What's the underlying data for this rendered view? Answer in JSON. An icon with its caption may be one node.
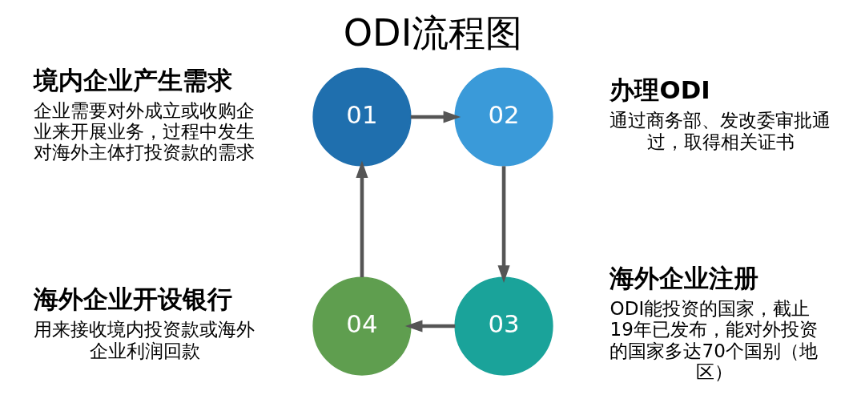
{
  "diagram": {
    "title": "ODI流程图",
    "nodes": [
      {
        "text": [
          "01"
        ],
        "beside": [
          "境内企业产生需求",
          "企业需要对外成立或收购企业来开展业务，过程中发生对海外主体打投资款的需求"
        ]
      },
      {
        "text": [
          "02"
        ],
        "beside": [
          "办理ODI",
          "通过商务部、发改委审批通过，取得相关证书"
        ]
      },
      {
        "text": [
          "03"
        ],
        "beside": [
          "海外企业注册",
          "ODI能投资的国家，截止19年已发布，能对外投资的国家多达70个国别（地区）"
        ]
      },
      {
        "text": [
          "04"
        ],
        "beside": [
          "海外企业开设银行",
          "用来接收境内投资款或海外企业利润回款"
        ]
      }
    ],
    "edges": [
      {
        "from": 0,
        "to": 1,
        "arrow": "to"
      },
      {
        "from": 1,
        "to": 2,
        "arrow": "to"
      },
      {
        "from": 2,
        "to": 3,
        "arrow": "to"
      },
      {
        "from": 3,
        "to": 0,
        "arrow": "to"
      }
    ]
  }
}
